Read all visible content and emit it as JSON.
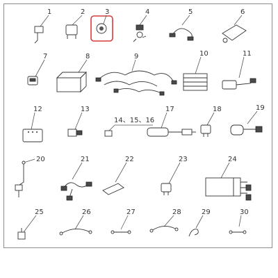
{
  "parts": [
    {
      "id": 1,
      "label": "1"
    },
    {
      "id": 2,
      "label": "2"
    },
    {
      "id": 3,
      "label": "3",
      "highlighted": true
    },
    {
      "id": 4,
      "label": "4"
    },
    {
      "id": 5,
      "label": "5"
    },
    {
      "id": 6,
      "label": "6"
    },
    {
      "id": 7,
      "label": "7"
    },
    {
      "id": 8,
      "label": "8"
    },
    {
      "id": 9,
      "label": "9"
    },
    {
      "id": 10,
      "label": "10"
    },
    {
      "id": 11,
      "label": "11"
    },
    {
      "id": 12,
      "label": "12"
    },
    {
      "id": 13,
      "label": "13"
    },
    {
      "id": 14,
      "label": "14、15、16"
    },
    {
      "id": 17,
      "label": "17"
    },
    {
      "id": 18,
      "label": "18"
    },
    {
      "id": 19,
      "label": "19"
    },
    {
      "id": 20,
      "label": "20"
    },
    {
      "id": 21,
      "label": "21"
    },
    {
      "id": 22,
      "label": "22"
    },
    {
      "id": 23,
      "label": "23"
    },
    {
      "id": 24,
      "label": "24"
    },
    {
      "id": 25,
      "label": "25"
    },
    {
      "id": 26,
      "label": "26"
    },
    {
      "id": 27,
      "label": "27"
    },
    {
      "id": 28,
      "label": "28"
    },
    {
      "id": 29,
      "label": "29"
    },
    {
      "id": 30,
      "label": "30"
    }
  ],
  "colors": {
    "highlight": "#d93a3a",
    "line": "#333333",
    "frame": "#8c8c8c"
  }
}
